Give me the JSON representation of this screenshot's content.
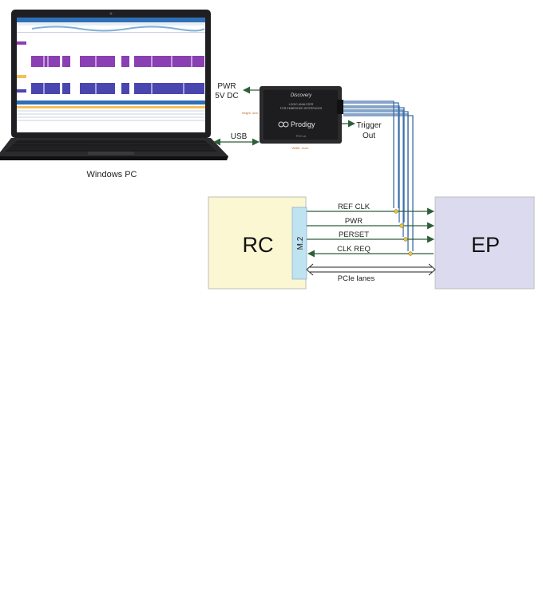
{
  "laptop": {
    "caption": "Windows PC",
    "screen_colors": {
      "toolbar": "#2f6fb6",
      "trace_purple": "#8a3fb3",
      "trace_blue": "#4a46b0",
      "table_highlight": "#f3c15a"
    }
  },
  "analyzer": {
    "brand": "Discovery",
    "subtitle_line1": "LOGIC ANALYZER",
    "subtitle_line2": "FOR EMBEDDED INTERFACES",
    "logo_text": "Prodigy",
    "height_label": "Height: 3cm",
    "width_label": "Width: 11cm",
    "model_label": "PGY-LA"
  },
  "connections": {
    "power_line1": "PWR",
    "power_line2": "5V DC",
    "usb": "USB",
    "trigger_line1": "Trigger",
    "trigger_line2": "Out"
  },
  "rc": {
    "label": "RC",
    "slot_label": "M.2",
    "fill": "#fbf7d2",
    "slot_fill": "#bfe3f1"
  },
  "ep": {
    "label": "EP",
    "fill": "#dcdaee"
  },
  "signals": [
    {
      "label": "REF CLK"
    },
    {
      "label": "PWR"
    },
    {
      "label": "PERSET"
    },
    {
      "label": "CLK REQ"
    }
  ],
  "lanes_label": "PCIe lanes",
  "colors": {
    "arrow": "#2e5e3a",
    "probe_wire": "#3f6fa8",
    "tap_dot": "#e8c23a",
    "box_border": "#bdbdbd"
  }
}
